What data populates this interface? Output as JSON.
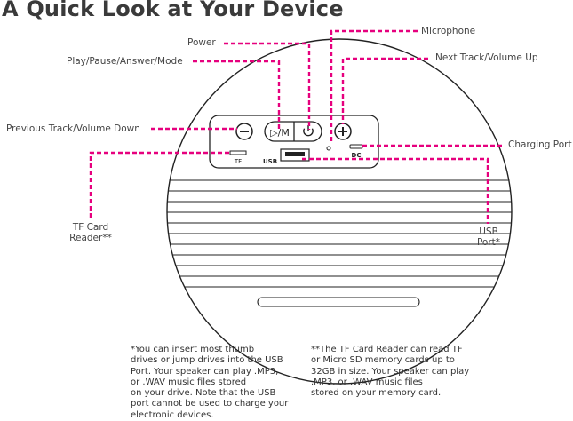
{
  "title": "A Quick Look at Your Device",
  "callouts": {
    "power": "Power",
    "microphone": "Microphone",
    "play_pause": "Play/Pause/Answer/Mode",
    "next_track": "Next Track/Volume Up",
    "previous_track": "Previous Track/Volume Down",
    "charging_port": "Charging Port",
    "tf_card_reader_line1": "TF Card",
    "tf_card_reader_line2": "Reader**",
    "usb_port_line1": "USB",
    "usb_port_line2": "Port*"
  },
  "panel_labels": {
    "play_mode": "▷/M",
    "tf": "TF",
    "usb": "USB",
    "dc": "DC"
  },
  "notes": {
    "usb_note": [
      "*You can insert most thumb",
      "drives or jump drives into the USB",
      "Port. Your speaker can play .MP3,",
      "or .WAV music files stored",
      "on your drive. Note that the USB",
      "port cannot be used to charge your",
      "electronic devices."
    ],
    "tf_note": [
      "**The TF Card Reader can read TF",
      "or Micro SD memory cards up to",
      "32GB in size. Your speaker can play",
      ".MP3, or .WAV music files",
      "stored on your memory card."
    ]
  },
  "colors": {
    "callout_line": "#e6007e",
    "outline": "#222222",
    "title": "#3a3a3a"
  }
}
